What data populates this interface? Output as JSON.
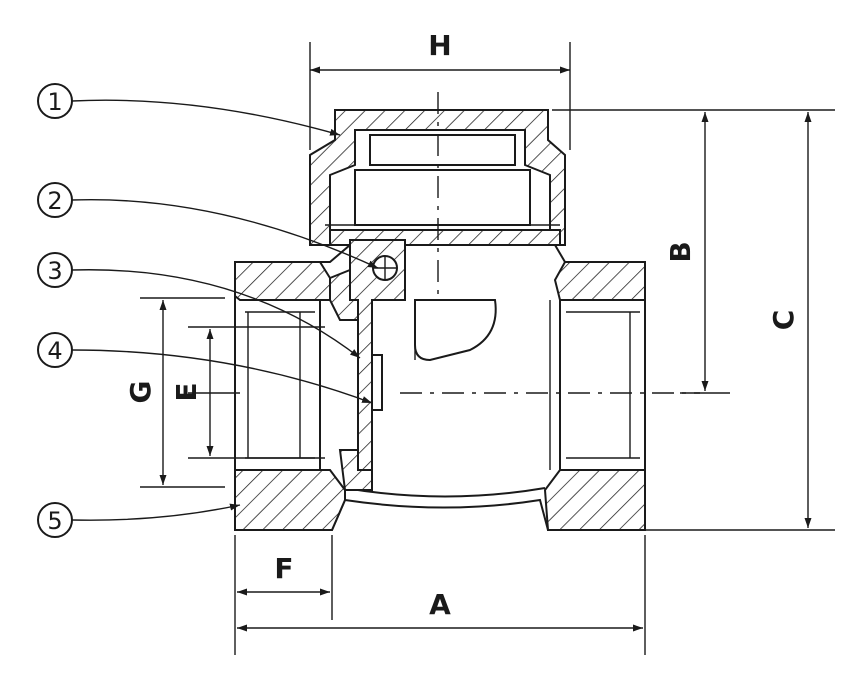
{
  "dimensions": {
    "A": "A",
    "B": "B",
    "C": "C",
    "E": "E",
    "F": "F",
    "G": "G",
    "H": "H"
  },
  "callouts": [
    "1",
    "2",
    "3",
    "4",
    "5"
  ],
  "colors": {
    "ink": "#1a1a1a",
    "paper": "#ffffff"
  }
}
